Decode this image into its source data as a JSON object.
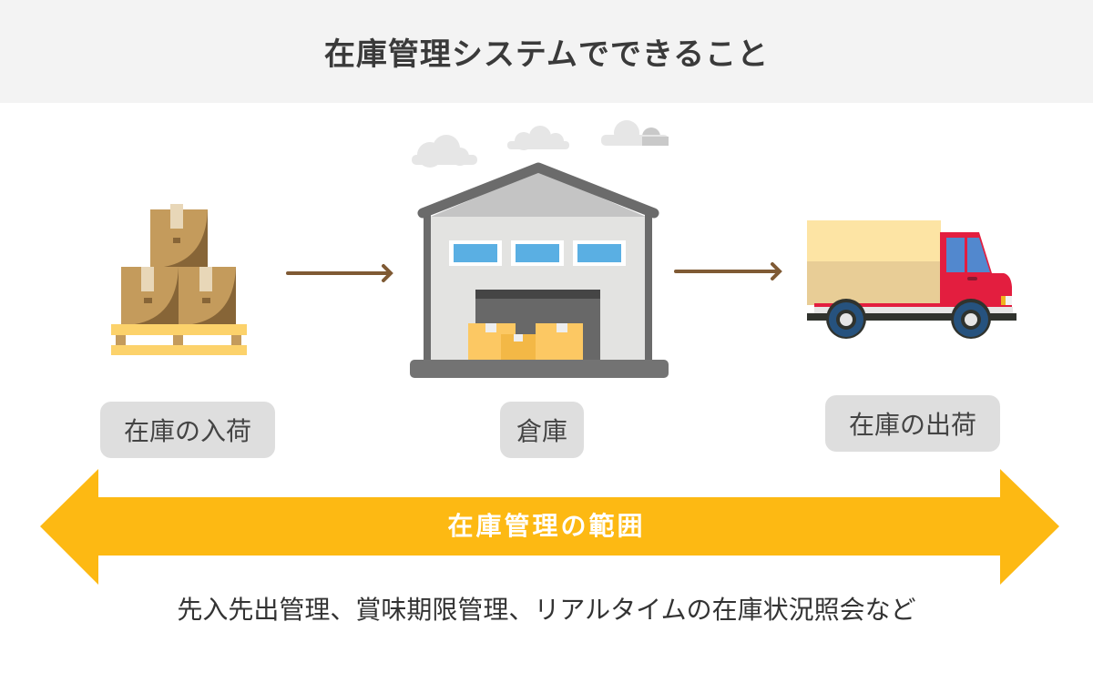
{
  "title": "在庫管理システムでできること",
  "stages": [
    {
      "label": "在庫の入荷",
      "icon": "boxes-on-pallet-icon"
    },
    {
      "label": "倉庫",
      "icon": "warehouse-icon"
    },
    {
      "label": "在庫の出荷",
      "icon": "truck-icon"
    }
  ],
  "range_label": "在庫管理の範囲",
  "note": "先入先出管理、賞味期限管理、リアルタイムの在庫状況照会など",
  "colors": {
    "accent": "#fdb913",
    "arrow": "#7f5a34",
    "header_bg": "#f3f3f3",
    "label_bg": "#dedede"
  }
}
